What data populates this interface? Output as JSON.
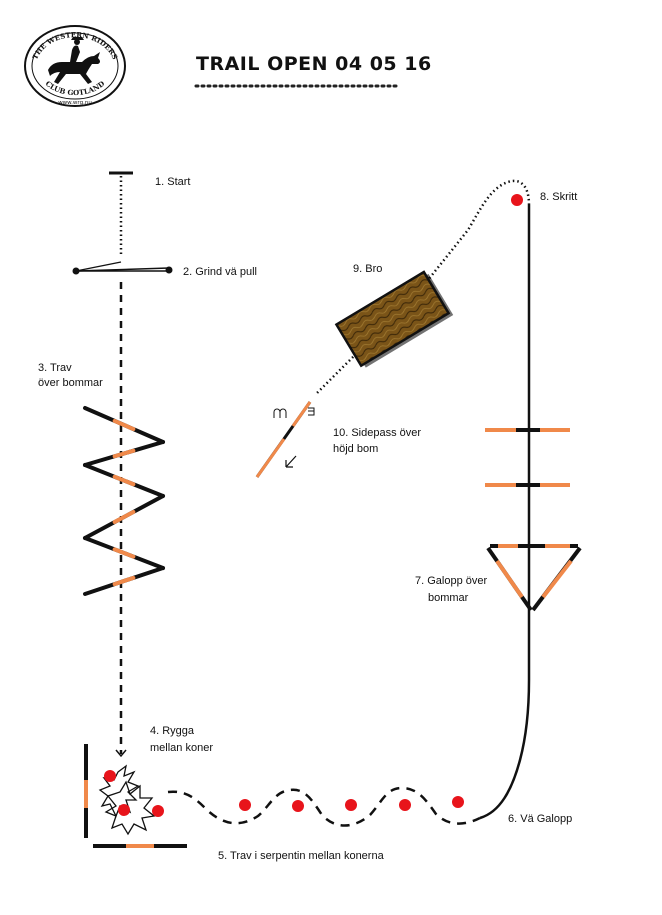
{
  "title": "TRAIL OPEN 04 05 16",
  "logo": {
    "top_text": "THE WESTERN RIDERS",
    "bottom_text": "CLUB GOTLAND",
    "url": "www.wrg.nu"
  },
  "stations": {
    "s1": "1. Start",
    "s2": "2. Grind vä pull",
    "s3a": "3. Trav",
    "s3b": "över bommar",
    "s4a": "4. Rygga",
    "s4b": "mellan koner",
    "s5": "5. Trav i serpentin mellan konerna",
    "s6": "6. Vä Galopp",
    "s7a": "7. Galopp över",
    "s7b": "bommar",
    "s8": "8. Skritt",
    "s9": "9. Bro",
    "s10a": "10. Sidepass över",
    "s10b": "höjd bom"
  },
  "colors": {
    "pole_dark": "#111111",
    "pole_orange": "#f0894a",
    "cone_red": "#e8141b",
    "bridge_brown": "#7a5418"
  }
}
